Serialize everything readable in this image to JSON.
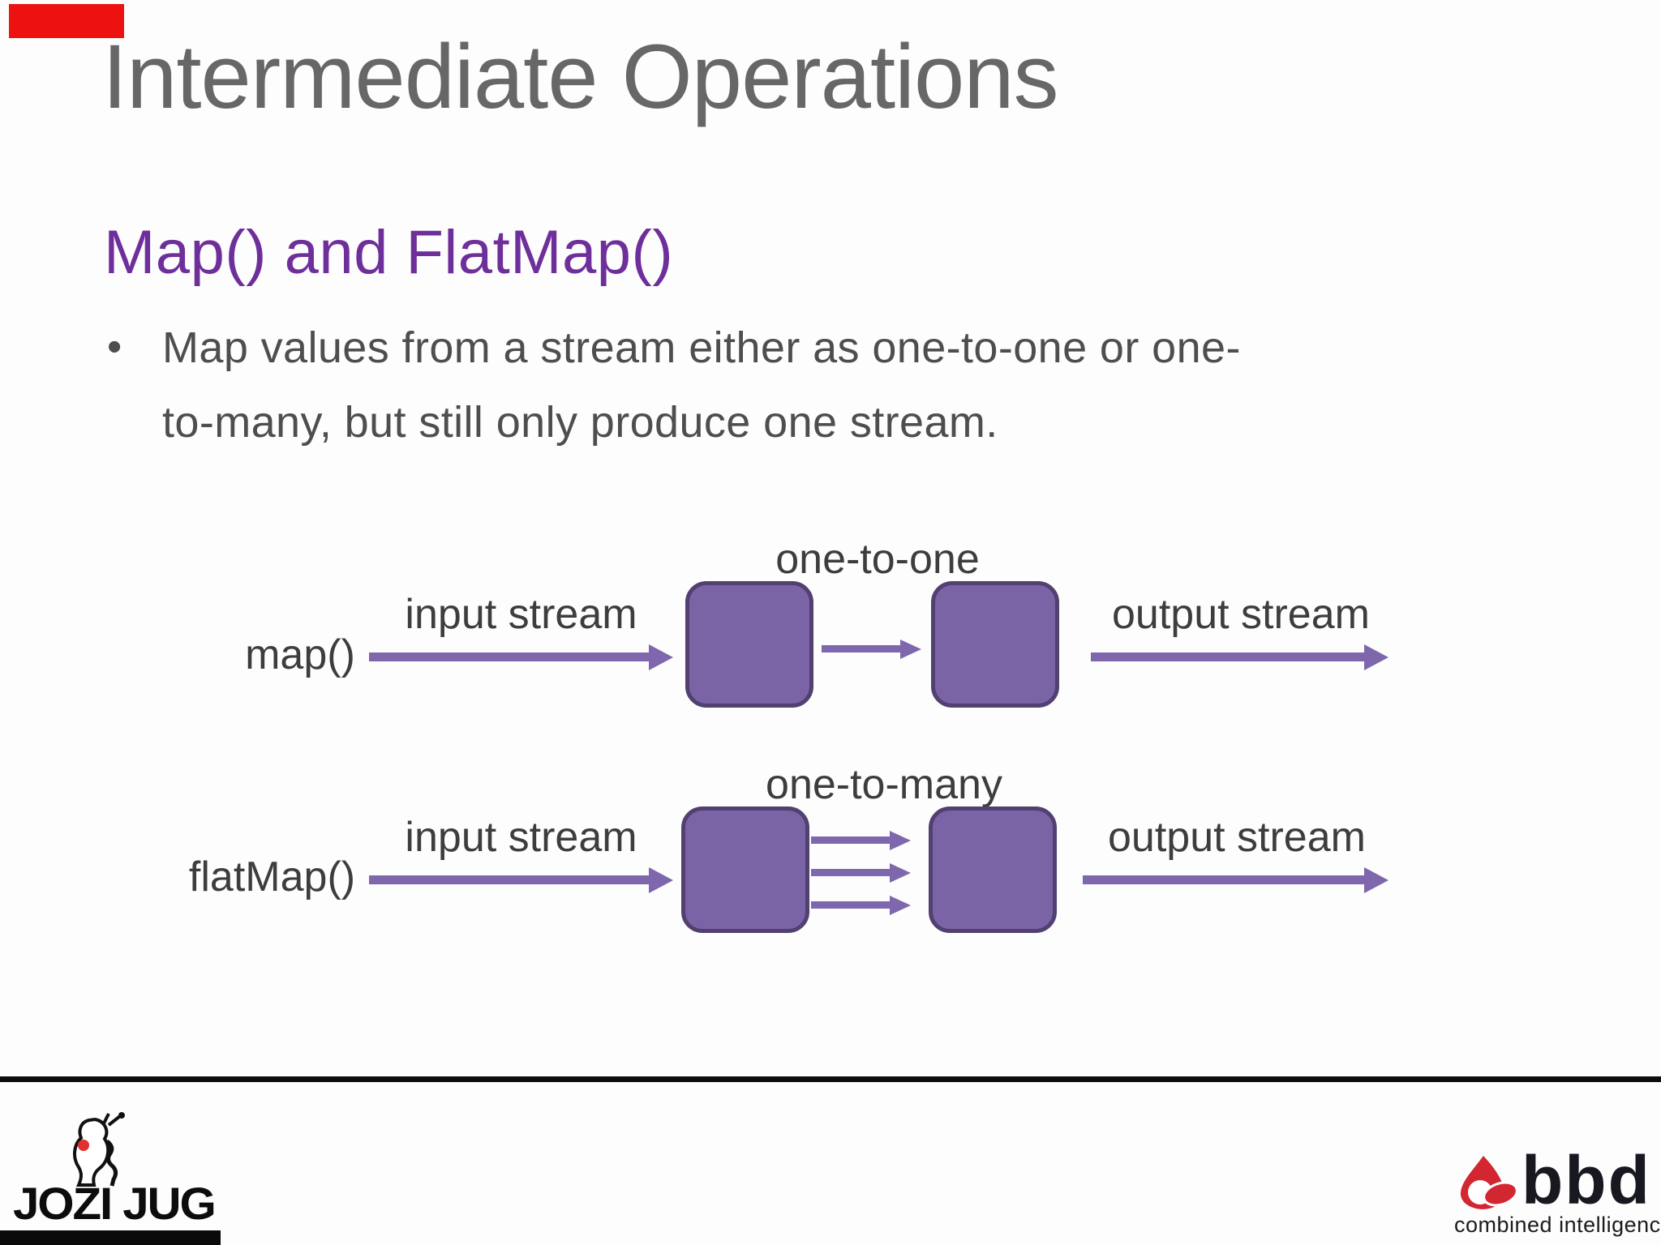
{
  "slide": {
    "title": "Intermediate Operations",
    "heading": "Map() and FlatMap()",
    "bullet": {
      "marker": "•",
      "line1": "Map values from a stream either as one-to-one or one-",
      "line2": "to-many, but still only produce one stream."
    }
  },
  "diagram": {
    "rows": [
      {
        "label": "map()",
        "relation_label": "one-to-one",
        "input_label": "input stream",
        "output_label": "output stream",
        "fan_arrows": 1
      },
      {
        "label": "flatMap()",
        "relation_label": "one-to-many",
        "input_label": "input stream",
        "output_label": "output stream",
        "fan_arrows": 3
      }
    ],
    "colors": {
      "box_fill": "#7b64a6",
      "box_border": "#514070",
      "arrow": "#7e67ac",
      "label_text": "#3d3d3d"
    }
  },
  "footer": {
    "divider_color": "#0d0d0d",
    "jozijug": {
      "text": "JOZI JUG"
    },
    "bbd": {
      "wordmark": "bbd",
      "tagline": "combined intelligence",
      "brand_red": "#d22630"
    }
  },
  "overlay_markers": {
    "top_left_color": "#ee1111",
    "bottom_left_color": "#0a0a0a"
  }
}
